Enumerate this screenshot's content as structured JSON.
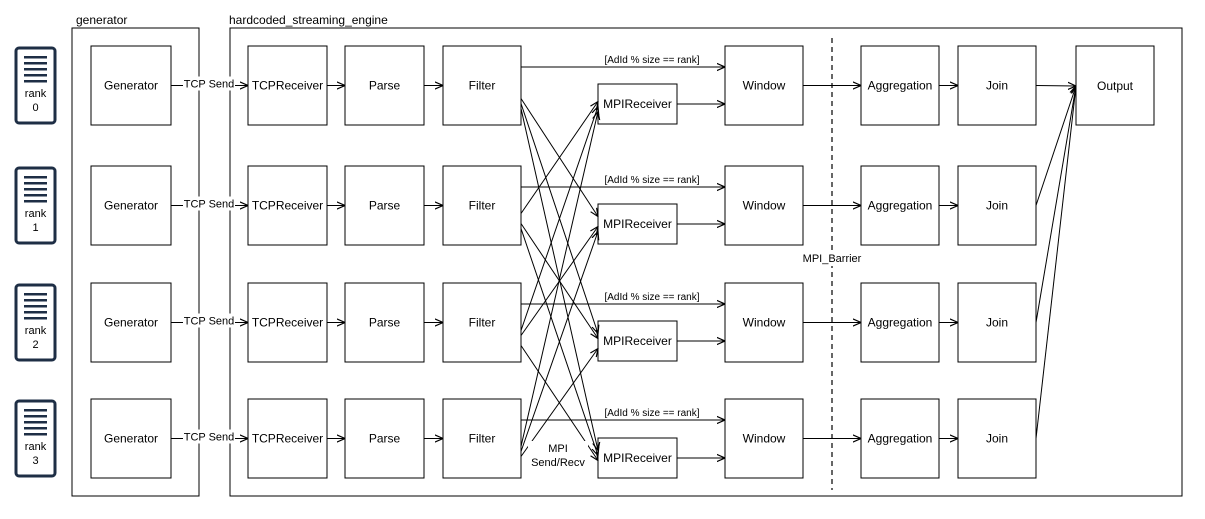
{
  "groups": {
    "generator": "generator",
    "engine": "hardcoded_streaming_engine"
  },
  "ranks": [
    {
      "label": "rank",
      "num": "0"
    },
    {
      "label": "rank",
      "num": "1"
    },
    {
      "label": "rank",
      "num": "2"
    },
    {
      "label": "rank",
      "num": "3"
    }
  ],
  "stages": {
    "generator": "Generator",
    "tcp_send": "TCP Send",
    "tcp_receiver": "TCPReceiver",
    "parse": "Parse",
    "filter": "Filter",
    "mpi_receiver": "MPIReceiver",
    "window": "Window",
    "aggregation": "Aggregation",
    "join": "Join",
    "output": "Output"
  },
  "annotations": {
    "local_route": "[AdId % size == rank]",
    "barrier": "MPI_Barrier",
    "mpi_line1": "MPI",
    "mpi_line2": "Send/Recv"
  }
}
